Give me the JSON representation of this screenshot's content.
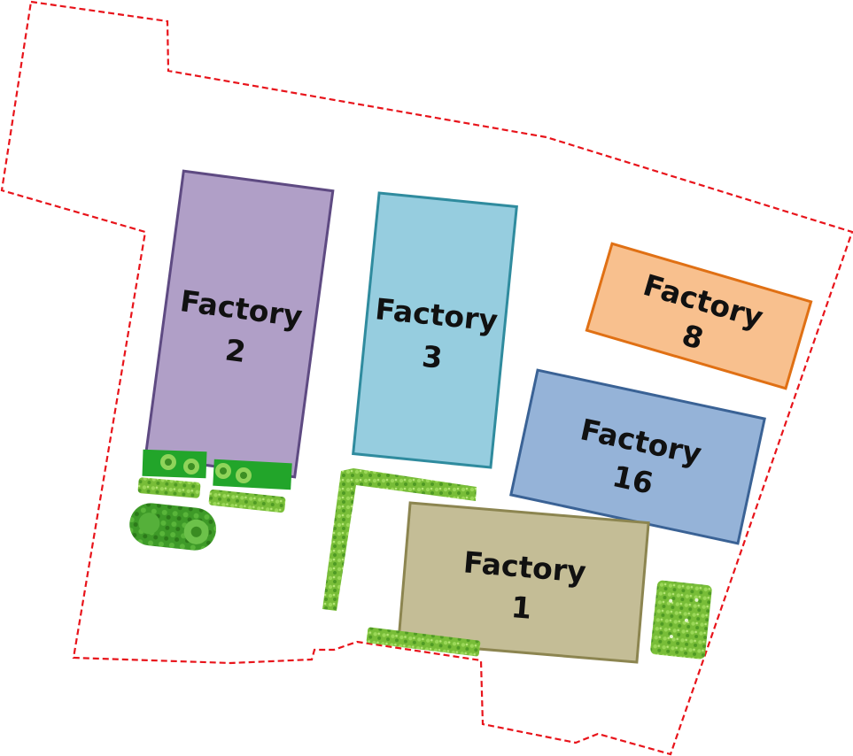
{
  "site": {
    "boundary_color": "#e8141b"
  },
  "factories": [
    {
      "id": "factory-2",
      "line1": "Factory",
      "line2": "2",
      "fill": "#b09fc7",
      "stroke": "#5e4a82"
    },
    {
      "id": "factory-3",
      "line1": "Factory",
      "line2": "3",
      "fill": "#96cddf",
      "stroke": "#2f8b9e"
    },
    {
      "id": "factory-8",
      "line1": "Factory",
      "line2": "8",
      "fill": "#f8c08e",
      "stroke": "#e07014"
    },
    {
      "id": "factory-16",
      "line1": "Factory",
      "line2": "16",
      "fill": "#95b3d8",
      "stroke": "#3a6295"
    },
    {
      "id": "factory-1",
      "line1": "Factory",
      "line2": "1",
      "fill": "#c4bd96",
      "stroke": "#8c8550"
    }
  ],
  "vegetation": {
    "hedge_color": "#7cc13b",
    "dark_color": "#2f8a1f",
    "bed_color": "#22a52a"
  }
}
